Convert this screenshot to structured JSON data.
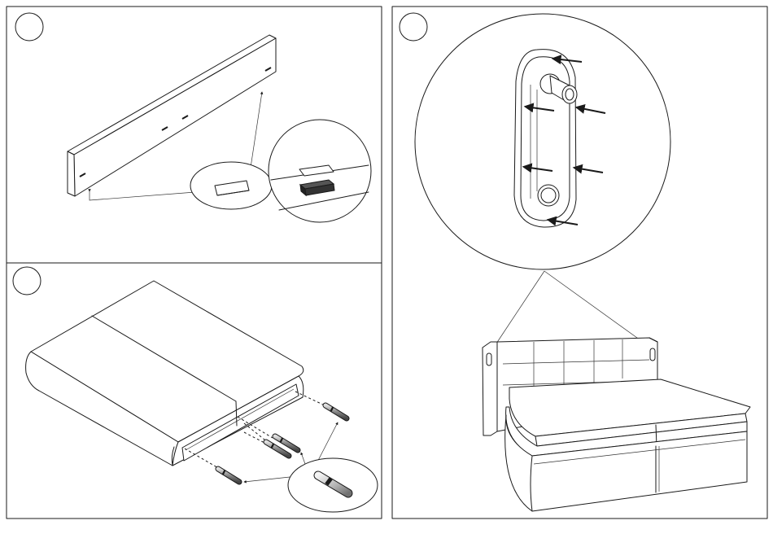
{
  "panels": [
    {
      "id": "panel-1",
      "step_label": ""
    },
    {
      "id": "panel-2",
      "step_label": ""
    },
    {
      "id": "panel-3",
      "step_label": ""
    }
  ],
  "colors": {
    "line": "#1a1a1a",
    "background": "#ffffff",
    "part_dark": "#333333",
    "pin_gray": "#888888"
  }
}
